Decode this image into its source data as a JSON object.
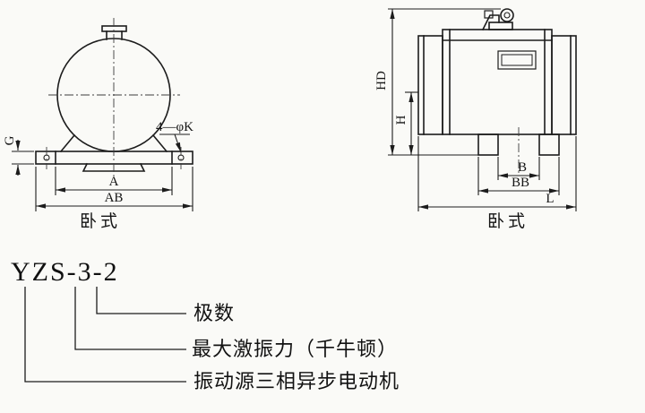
{
  "page": {
    "background": "#fafaf7",
    "ink": "#1c1c1c"
  },
  "front_view": {
    "caption": "卧式",
    "labels": {
      "g": "G",
      "hole": "4—φK",
      "a": "A",
      "ab": "AB"
    }
  },
  "side_view": {
    "caption": "卧式",
    "labels": {
      "hd": "HD",
      "h": "H",
      "b": "B",
      "bb": "BB",
      "l": "L"
    }
  },
  "model": {
    "designation": "YZS-3-2",
    "callouts": [
      {
        "label": "极数"
      },
      {
        "label": "最大激振力（千牛顿）"
      },
      {
        "label": "振动源三相异步电动机"
      }
    ]
  }
}
